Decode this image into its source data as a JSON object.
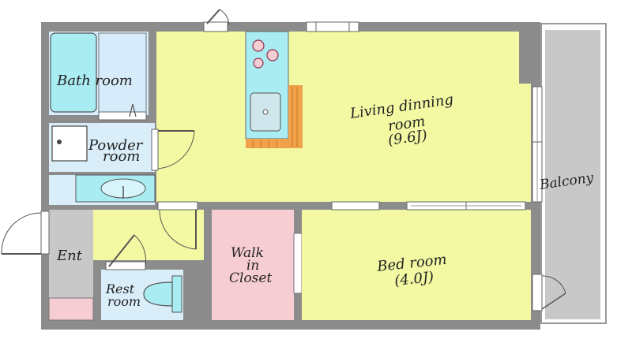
{
  "rooms": {
    "bath": "Bath room",
    "powder_line1": "Powder",
    "powder_line2": "room",
    "living_line1": "Living dinning",
    "living_line2": "room",
    "living_size": "(9.6J)",
    "balcony": "Balcony",
    "entrance": "Ent",
    "walkin_line1": "Walk",
    "walkin_line2": "in",
    "walkin_line3": "Closet",
    "bedroom": "Bed room",
    "bedroom_size": "(4.0J)",
    "rest_line1": "Rest",
    "rest_line2": "room"
  },
  "colors": {
    "wall": "#8c8c8c",
    "living": "#f2f9a2",
    "bedroom": "#f2f9a2",
    "bath": "#a9ecf2",
    "bath_floor": "#d7ecfb",
    "powder": "#d9eef9",
    "entrance": "#c8c8c8",
    "walkin": "#f6cdd3",
    "balcony": "#c8c8c8",
    "kitchen_floor": "#f0a24a",
    "mat": "#f6cdd3"
  }
}
